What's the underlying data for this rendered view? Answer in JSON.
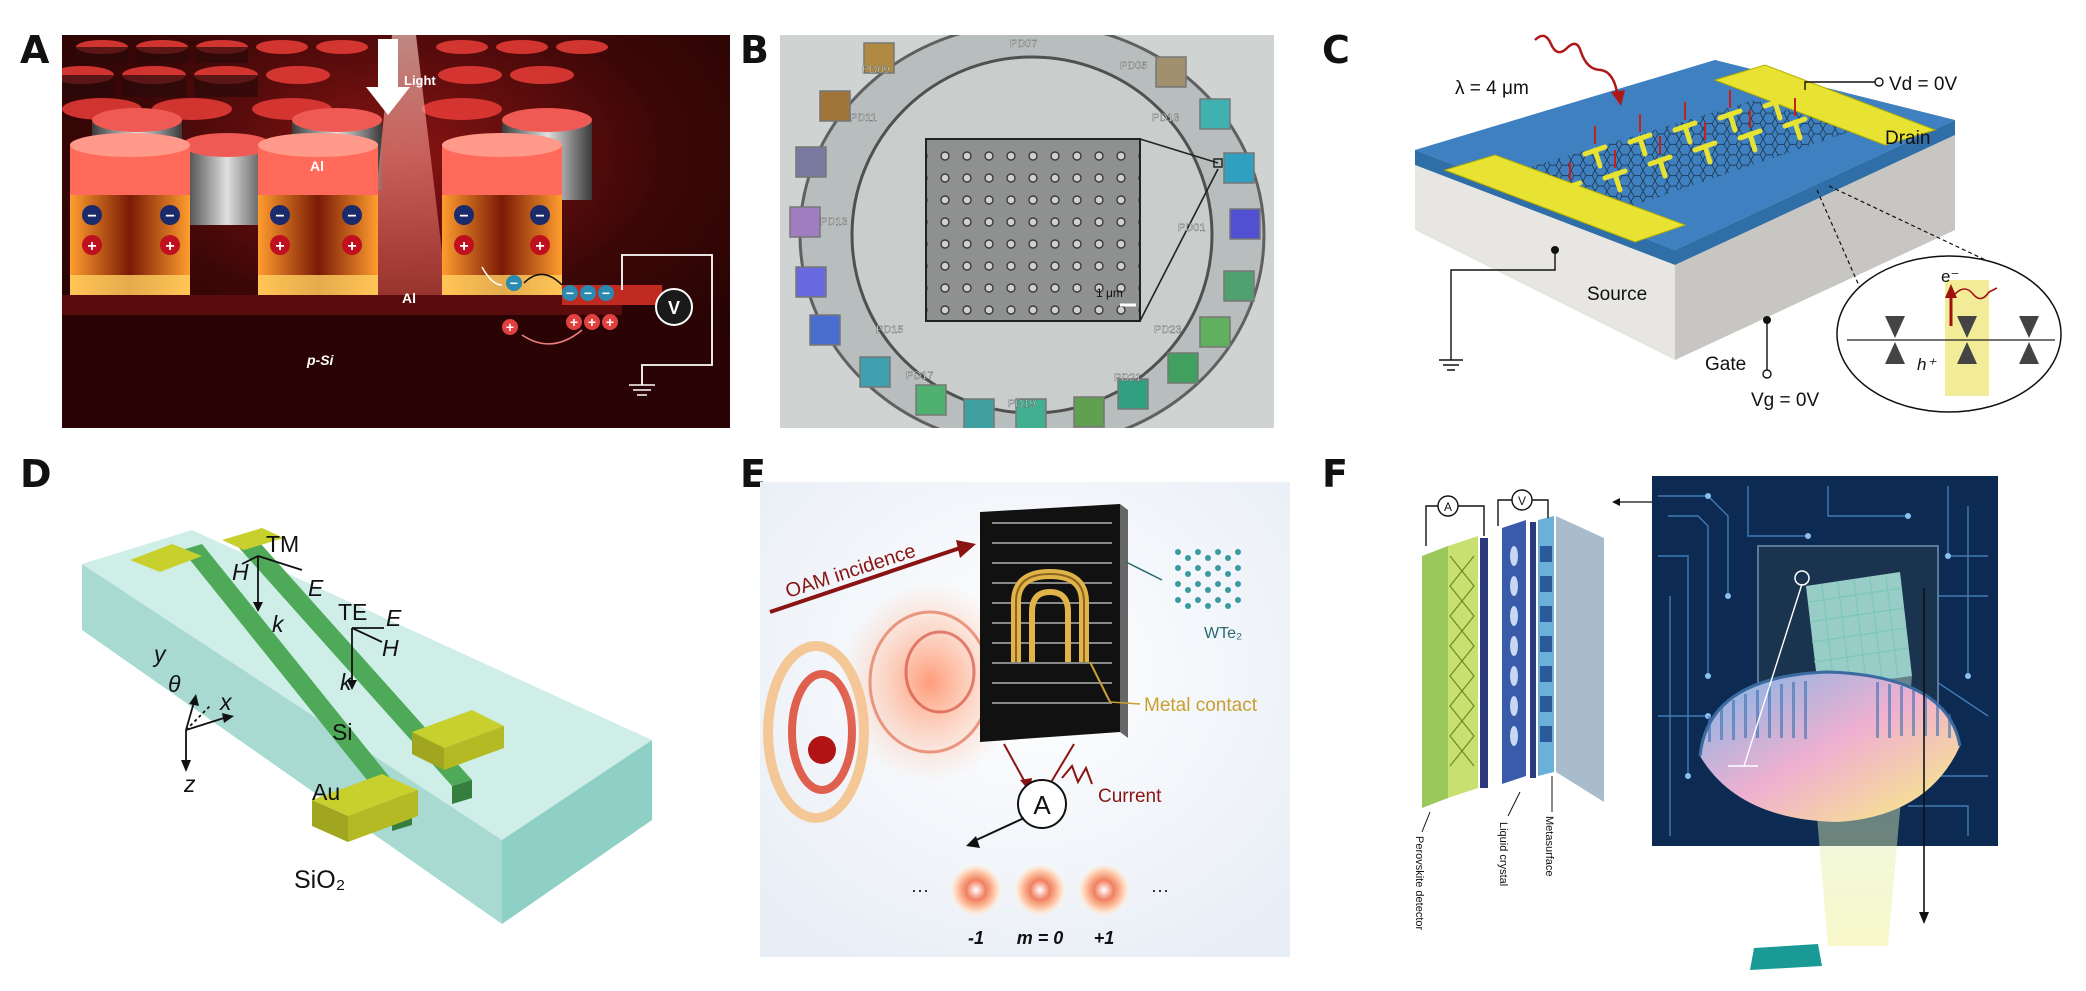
{
  "panels": [
    {
      "letter": "A"
    },
    {
      "letter": "B"
    },
    {
      "letter": "C"
    },
    {
      "letter": "D"
    },
    {
      "letter": "E"
    },
    {
      "letter": "F"
    }
  ],
  "panel_a": {
    "light": "Light",
    "al_top": "Al",
    "al_bottom": "Al",
    "substrate": "p-Si",
    "meter": "V"
  },
  "panel_b": {
    "labels": [
      "PD07",
      "PD09",
      "PD05",
      "PD11",
      "PD13",
      "PD13",
      "PD01",
      "PD15",
      "PD23",
      "PD17",
      "PD19",
      "PD21"
    ],
    "scale": "1 μm"
  },
  "panel_c": {
    "wavelength": "λ = 4 μm",
    "vd": "Vd = 0V",
    "vg": "Vg = 0V",
    "drain": "Drain",
    "source": "Source",
    "gate": "Gate",
    "electron": "e⁻",
    "hole": "h⁺"
  },
  "panel_d": {
    "tm": "TM",
    "te": "TE",
    "h1": "H",
    "e1": "E",
    "k1": "k",
    "e2": "E",
    "h2": "H",
    "k2": "k",
    "y": "y",
    "theta": "θ",
    "x": "x",
    "z": "z",
    "si": "Si",
    "au": "Au",
    "sio2": "SiO₂"
  },
  "panel_e": {
    "oam": "OAM incidence",
    "material": "WTe₂",
    "contact": "Metal contact",
    "meter": "A",
    "current": "Current",
    "ellipsis_left": "···",
    "ellipsis_right": "···",
    "mode_minus": "-1",
    "mode_zero": "m = 0",
    "mode_plus": "+1"
  },
  "panel_f": {
    "meter_a": "A",
    "meter_v": "V",
    "perovskite": "Perovskite detector",
    "liquid": "Liquid crystal",
    "metasurface": "Metasurface"
  }
}
